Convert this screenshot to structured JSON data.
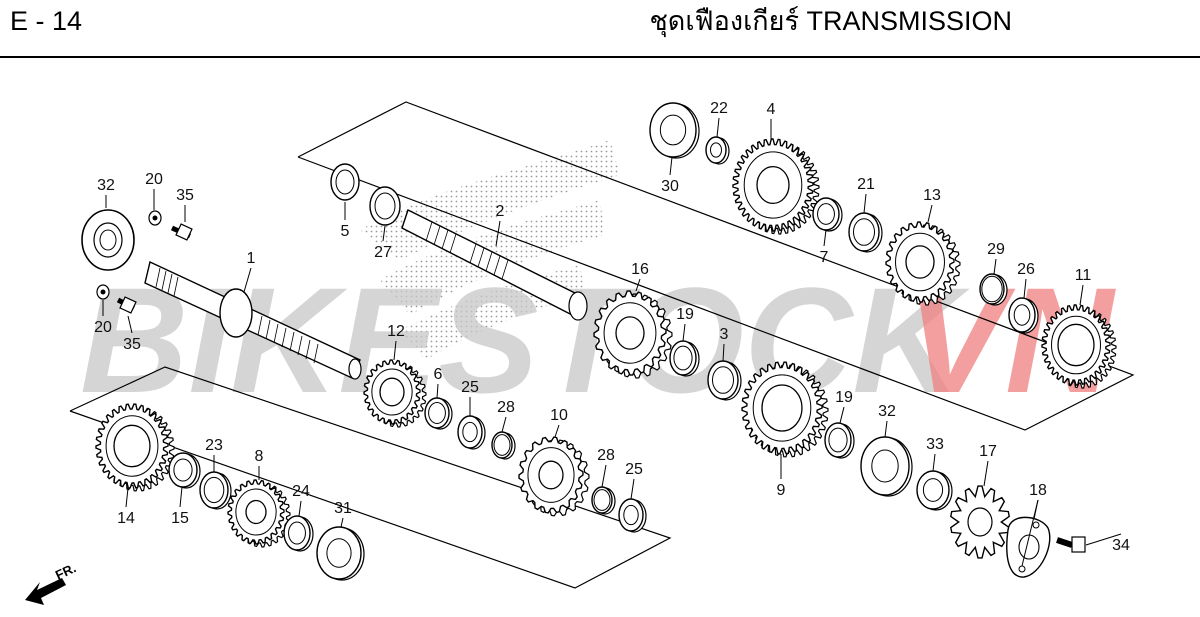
{
  "page": {
    "code": "E - 14",
    "title": "ชุดเฟืองเกียร์  TRANSMISSION"
  },
  "watermark": {
    "text_left": "BIKESTOCK",
    "text_right": "VN",
    "color_left": "#c8c8c8",
    "color_right": "#f08080"
  },
  "direction_label": "FR.",
  "callouts": [
    {
      "id": "32a",
      "label": "32"
    },
    {
      "id": "20a",
      "label": "20"
    },
    {
      "id": "35a",
      "label": "35"
    },
    {
      "id": "20b",
      "label": "20"
    },
    {
      "id": "35b",
      "label": "35"
    },
    {
      "id": "1",
      "label": "1"
    },
    {
      "id": "5",
      "label": "5"
    },
    {
      "id": "27",
      "label": "27"
    },
    {
      "id": "2",
      "label": "2"
    },
    {
      "id": "12",
      "label": "12"
    },
    {
      "id": "6",
      "label": "6"
    },
    {
      "id": "25a",
      "label": "25"
    },
    {
      "id": "28a",
      "label": "28"
    },
    {
      "id": "16",
      "label": "16"
    },
    {
      "id": "19a",
      "label": "19"
    },
    {
      "id": "3",
      "label": "3"
    },
    {
      "id": "10",
      "label": "10"
    },
    {
      "id": "28b",
      "label": "28"
    },
    {
      "id": "25b",
      "label": "25"
    },
    {
      "id": "14",
      "label": "14"
    },
    {
      "id": "23",
      "label": "23"
    },
    {
      "id": "15",
      "label": "15"
    },
    {
      "id": "8",
      "label": "8"
    },
    {
      "id": "24",
      "label": "24"
    },
    {
      "id": "31",
      "label": "31"
    },
    {
      "id": "30",
      "label": "30"
    },
    {
      "id": "22",
      "label": "22"
    },
    {
      "id": "4",
      "label": "4"
    },
    {
      "id": "21",
      "label": "21"
    },
    {
      "id": "7",
      "label": "7"
    },
    {
      "id": "13",
      "label": "13"
    },
    {
      "id": "29",
      "label": "29"
    },
    {
      "id": "26",
      "label": "26"
    },
    {
      "id": "11",
      "label": "11"
    },
    {
      "id": "9",
      "label": "9"
    },
    {
      "id": "19b",
      "label": "19"
    },
    {
      "id": "32b",
      "label": "32"
    },
    {
      "id": "33",
      "label": "33"
    },
    {
      "id": "17",
      "label": "17"
    },
    {
      "id": "18",
      "label": "18"
    },
    {
      "id": "34",
      "label": "34"
    }
  ]
}
